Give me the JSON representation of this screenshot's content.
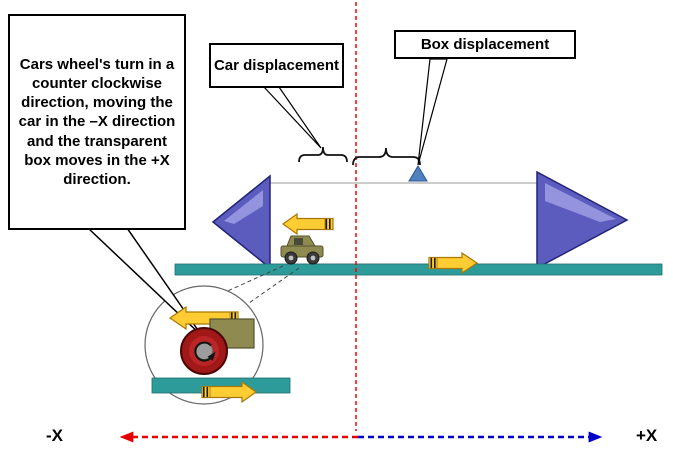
{
  "callout": {
    "text": "Cars wheel's turn in a counter clockwise direction, moving the car in the –X direction and the transparent box moves in the +X direction."
  },
  "car_displacement_label": {
    "text": "Car displacement"
  },
  "box_displacement_label": {
    "text": "Box displacement"
  },
  "axis": {
    "negative_label": "-X",
    "positive_label": "+X"
  },
  "colors": {
    "ground_teal": "#2e9b9b",
    "big_arrow_blue": "#5c5cbe",
    "motion_arrow_yellow": "#ffcc33",
    "wheel_red": "#a01818",
    "car_olive": "#8f8a50",
    "negative_axis_red": "#e60000",
    "positive_axis_blue": "#0000cc",
    "center_line_red": "#ff0000",
    "marker_blue": "#4f81bd"
  }
}
